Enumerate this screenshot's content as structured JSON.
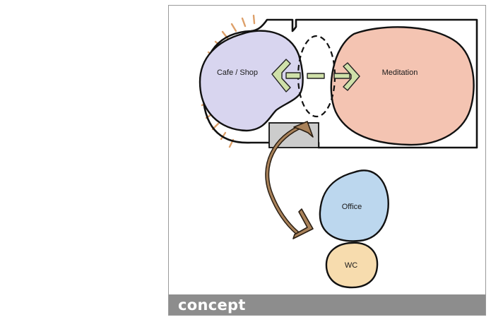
{
  "diagram": {
    "zones": [
      {
        "id": "cafe",
        "label": "Cafe / Shop",
        "color": "#d8d5ef"
      },
      {
        "id": "meditation",
        "label": "Meditation",
        "color": "#f4c4b2"
      },
      {
        "id": "office",
        "label": "Office",
        "color": "#bcd7ee"
      },
      {
        "id": "wc",
        "label": "WC",
        "color": "#f7dcae"
      }
    ],
    "accent_colors": {
      "sun_rays": "#dda06a",
      "arrows": "#cfe0a9",
      "curved_arrow": "#a9825a",
      "entry_box": "#cccccc",
      "outline": "#111111"
    },
    "caption": "concept"
  }
}
